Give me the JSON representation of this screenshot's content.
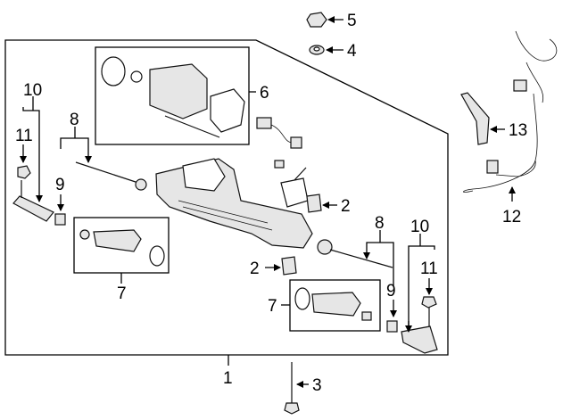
{
  "callouts": {
    "c1": "1",
    "c2a": "2",
    "c2b": "2",
    "c3": "3",
    "c4": "4",
    "c5": "5",
    "c6": "6",
    "c7a": "7",
    "c7b": "7",
    "c8a": "8",
    "c8b": "8",
    "c9a": "9",
    "c9b": "9",
    "c10a": "10",
    "c10b": "10",
    "c11a": "11",
    "c11b": "11",
    "c12": "12",
    "c13": "13"
  },
  "parts": [
    {
      "id": "steering-gear-assembly",
      "callout": "1"
    },
    {
      "id": "bushing",
      "callout": "2"
    },
    {
      "id": "bolt",
      "callout": "3"
    },
    {
      "id": "washer",
      "callout": "4"
    },
    {
      "id": "nut",
      "callout": "5"
    },
    {
      "id": "motor-kit",
      "callout": "6"
    },
    {
      "id": "boot-kit",
      "callout": "7"
    },
    {
      "id": "inner-tie-rod",
      "callout": "8"
    },
    {
      "id": "jam-nut",
      "callout": "9"
    },
    {
      "id": "outer-tie-rod",
      "callout": "10"
    },
    {
      "id": "tie-rod-nut",
      "callout": "11"
    },
    {
      "id": "wire-harness",
      "callout": "12"
    },
    {
      "id": "bracket",
      "callout": "13"
    }
  ]
}
